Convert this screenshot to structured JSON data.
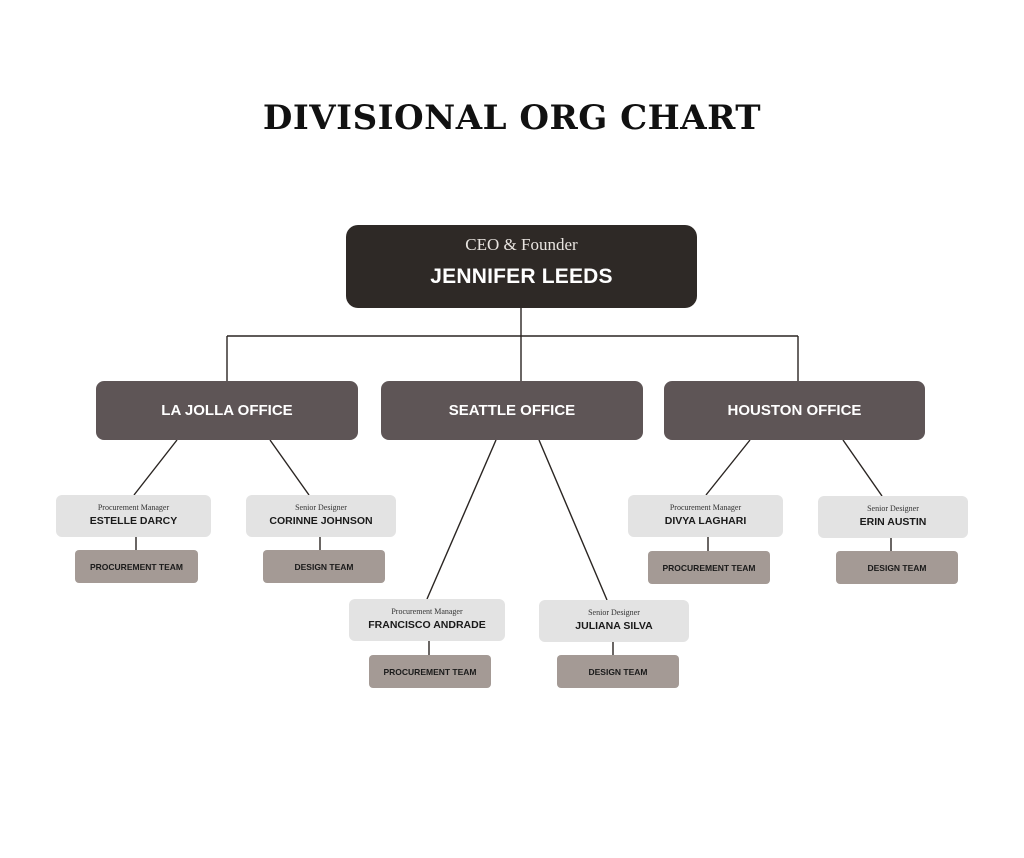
{
  "title": "DIVISIONAL ORG CHART",
  "ceo": {
    "role": "CEO & Founder",
    "name": "JENNIFER LEEDS"
  },
  "offices": [
    {
      "name": "LA JOLLA OFFICE",
      "people": [
        {
          "role": "Procurement Manager",
          "name": "ESTELLE DARCY",
          "team": "PROCUREMENT TEAM"
        },
        {
          "role": "Senior Designer",
          "name": "CORINNE JOHNSON",
          "team": "DESIGN TEAM"
        }
      ]
    },
    {
      "name": "SEATTLE OFFICE",
      "people": [
        {
          "role": "Procurement Manager",
          "name": "FRANCISCO ANDRADE",
          "team": "PROCUREMENT TEAM"
        },
        {
          "role": "Senior Designer",
          "name": "JULIANA SILVA",
          "team": "DESIGN TEAM"
        }
      ]
    },
    {
      "name": "HOUSTON OFFICE",
      "people": [
        {
          "role": "Procurement Manager",
          "name": "DIVYA LAGHARI",
          "team": "PROCUREMENT TEAM"
        },
        {
          "role": "Senior Designer",
          "name": "ERIN AUSTIN",
          "team": "DESIGN TEAM"
        }
      ]
    }
  ],
  "colors": {
    "ceo_box": "#2e2926",
    "office_box": "#5e5556",
    "person_box": "#e3e3e3",
    "team_box": "#a49a95",
    "connector": "#2a2522"
  }
}
